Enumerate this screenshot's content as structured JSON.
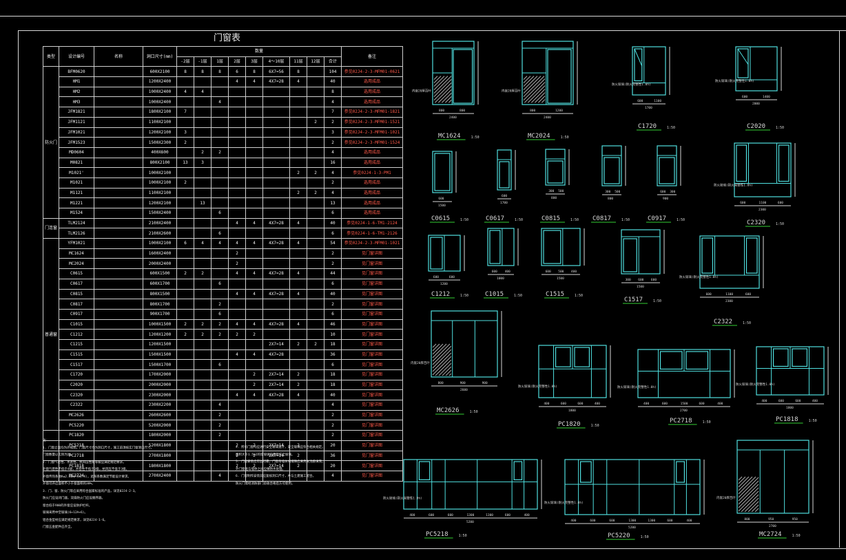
{
  "sheet_title": "门窗表",
  "table": {
    "headers_top": [
      "类型",
      "设计编号",
      "名称",
      "洞口尺寸(mm)",
      "数量",
      "备注"
    ],
    "qty_headers": [
      "-2层",
      "-1层",
      "1层",
      "2层",
      "3层",
      "4～10层",
      "11层",
      "12层",
      "合计"
    ],
    "groups": [
      {
        "name": "防火门",
        "rows": 15
      },
      {
        "name": "门连窗",
        "rows": 2
      },
      {
        "name": "普通窗",
        "rows": 19
      }
    ],
    "rows": [
      [
        "BFM0620",
        "",
        "600X2100",
        "8",
        "8",
        "8",
        "6",
        "8",
        "6X7=56",
        "8",
        "",
        "104",
        "参见02J4-2-3-MFM01-0621"
      ],
      [
        "HM1",
        "",
        "1200X2400",
        "",
        "",
        "",
        "4",
        "4",
        "4X7=28",
        "4",
        "",
        "40",
        "选用成品"
      ],
      [
        "HM2",
        "",
        "1000X2400",
        "4",
        "4",
        "",
        "",
        "",
        "",
        "",
        "",
        "8",
        "选用成品"
      ],
      [
        "HM3",
        "",
        "1000X2400",
        "",
        "",
        "4",
        "",
        "",
        "",
        "",
        "",
        "4",
        "选用成品"
      ],
      [
        "JFM1821",
        "",
        "1800X2100",
        "7",
        "",
        "",
        "",
        "",
        "",
        "",
        "",
        "7",
        "参见02J4-2-3-MFM01-1821"
      ],
      [
        "JFM1121",
        "",
        "1100X2100",
        "",
        "",
        "",
        "",
        "",
        "",
        "",
        "2",
        "2",
        "参见02J4-2-3-MFM01-1521"
      ],
      [
        "JFM1021",
        "",
        "1200X2100",
        "3",
        "",
        "",
        "",
        "",
        "",
        "",
        "",
        "3",
        "参见02J4-2-3-MFM01-1021"
      ],
      [
        "JFM1523",
        "",
        "1500X2300",
        "2",
        "",
        "",
        "",
        "",
        "",
        "",
        "",
        "2",
        "参见02J4-2-3-MFM01-1524"
      ],
      [
        "MD0604",
        "",
        "400X600",
        "",
        "2",
        "2",
        "",
        "",
        "",
        "",
        "",
        "4",
        "选用成品"
      ],
      [
        "M0821",
        "",
        "800X2100",
        "13",
        "3",
        "",
        "",
        "",
        "",
        "",
        "",
        "16",
        "选用成品"
      ],
      [
        "M1021'",
        "",
        "1000X2100",
        "",
        "",
        "",
        "",
        "",
        "",
        "2",
        "2",
        "4",
        "参见02J4-1-3-PM1"
      ],
      [
        "M1021",
        "",
        "1000X2100",
        "2",
        "",
        "",
        "",
        "",
        "",
        "",
        "",
        "2",
        "选用成品"
      ],
      [
        "M1121",
        "",
        "1100X2100",
        "",
        "",
        "",
        "",
        "",
        "",
        "2",
        "2",
        "4",
        "选用成品"
      ],
      [
        "M1221",
        "",
        "1200X2100",
        "",
        "13",
        "",
        "",
        "",
        "",
        "",
        "",
        "13",
        "选用成品"
      ],
      [
        "M1524",
        "",
        "1500X2400",
        "",
        "",
        "6",
        "",
        "",
        "",
        "",
        "",
        "6",
        "选用成品"
      ],
      [
        "TLM2124",
        "",
        "2100X2400",
        "",
        "",
        "",
        "4",
        "4",
        "4X7=28",
        "4",
        "",
        "40",
        "参见02J4-1-6-TM1-2124"
      ],
      [
        "TLM2126",
        "",
        "2100X2600",
        "",
        "",
        "6",
        "",
        "",
        "",
        "",
        "",
        "6",
        "参见02J4-1-6-TM1-2126"
      ],
      [
        "YFM1021",
        "",
        "1000X2100",
        "6",
        "4",
        "4",
        "4",
        "4",
        "4X7=28",
        "4",
        "",
        "54",
        "参见02J4-2-3-MFM01-1021"
      ],
      [
        "MC1624",
        "",
        "1600X2400",
        "",
        "",
        "",
        "2",
        "",
        "",
        "",
        "",
        "2",
        "见门窗详图"
      ],
      [
        "MC2024",
        "",
        "2000X2400",
        "",
        "",
        "",
        "2",
        "",
        "",
        "",
        "",
        "2",
        "见门窗详图"
      ],
      [
        "C0615",
        "",
        "600X1500",
        "2",
        "2",
        "",
        "4",
        "4",
        "4X7=28",
        "4",
        "",
        "44",
        "见门窗详图"
      ],
      [
        "C0617",
        "",
        "600X1700",
        "",
        "",
        "6",
        "",
        "",
        "",
        "",
        "",
        "6",
        "见门窗详图"
      ],
      [
        "C0815",
        "",
        "800X1500",
        "",
        "",
        "",
        "4",
        "4",
        "4X7=28",
        "4",
        "",
        "40",
        "见门窗详图"
      ],
      [
        "C0817",
        "",
        "800X1700",
        "",
        "",
        "2",
        "",
        "",
        "",
        "",
        "",
        "2",
        "见门窗详图"
      ],
      [
        "C0917",
        "",
        "900X1700",
        "",
        "",
        "6",
        "",
        "",
        "",
        "",
        "",
        "6",
        "见门窗详图"
      ],
      [
        "C1015",
        "",
        "1000X1500",
        "2",
        "2",
        "2",
        "4",
        "4",
        "4X7=28",
        "4",
        "",
        "46",
        "见门窗详图"
      ],
      [
        "C1212",
        "",
        "1200X1200",
        "2",
        "2",
        "2",
        "2",
        "2",
        "",
        "",
        "",
        "10",
        "见门窗详图"
      ],
      [
        "C1215",
        "",
        "1200X1500",
        "",
        "",
        "",
        "",
        "",
        "2X7=14",
        "2",
        "2",
        "18",
        "见门窗详图"
      ],
      [
        "C1515",
        "",
        "1500X1500",
        "",
        "",
        "",
        "4",
        "4",
        "4X7=28",
        "",
        "",
        "36",
        "见门窗详图"
      ],
      [
        "C1517",
        "",
        "1500X1700",
        "",
        "",
        "6",
        "",
        "",
        "",
        "",
        "",
        "6",
        "见门窗详图"
      ],
      [
        "C1720",
        "",
        "1700X2000",
        "",
        "",
        "",
        "",
        "2",
        "2X7=14",
        "2",
        "",
        "18",
        "见门窗详图"
      ],
      [
        "C2020",
        "",
        "2000X2000",
        "",
        "",
        "",
        "",
        "2",
        "2X7=14",
        "2",
        "",
        "18",
        "见门窗详图"
      ],
      [
        "C2320",
        "",
        "2300X2000",
        "",
        "",
        "",
        "4",
        "4",
        "4X7=28",
        "4",
        "",
        "40",
        "见门窗详图"
      ],
      [
        "C2322",
        "",
        "2300X2200",
        "",
        "",
        "4",
        "",
        "",
        "",
        "",
        "",
        "4",
        "见门窗详图"
      ],
      [
        "MC2626",
        "",
        "2600X2600",
        "",
        "",
        "2",
        "",
        "",
        "",
        "",
        "",
        "2",
        "见门窗详图"
      ],
      [
        "PC5220",
        "",
        "5200X2000",
        "",
        "",
        "2",
        "",
        "",
        "",
        "",
        "",
        "2",
        "见门窗详图"
      ],
      [
        "PC1820",
        "",
        "1800X2000",
        "",
        "",
        "2",
        "",
        "",
        "",
        "",
        "",
        "2",
        "见门窗详图"
      ],
      [
        "PC5218",
        "",
        "5200X1800",
        "",
        "",
        "",
        "2",
        "2",
        "2X7=14",
        "2",
        "",
        "20",
        "见门窗详图"
      ],
      [
        "PC2718",
        "",
        "2700X1800",
        "",
        "",
        "",
        "2",
        "2",
        "2X7=14",
        "2",
        "",
        "36",
        "见门窗详图"
      ],
      [
        "PC1818",
        "",
        "1800X1800",
        "",
        "",
        "",
        "2",
        "2",
        "2X7=14",
        "2",
        "",
        "20",
        "见门窗详图"
      ],
      [
        "MC2724",
        "",
        "2700X2400",
        "",
        "",
        "4",
        "",
        "",
        "",
        "",
        "",
        "4",
        "见门窗详图"
      ]
    ]
  },
  "notes_label": "注:",
  "notes_left": [
    "1. 门窗立面均为外视图，门窗尺寸均为洞口尺寸，施工前须核实门窗洞口尺寸。",
    "   门窗数量以实际为准。",
    "2. 门窗气密性、水密性、抗风压性能等级应满足规范要求。",
    "   外窗气密性不低于4级，水密性不低于3级，抗风压不低于3级。",
    "   外窗传热系数K≤2.80W/(m2.K)，遮阳系数满足节能设计要求。",
    "   外窗可开启面积不小于窗面积的30%。",
    "3. 门、窗、防火门等应采用符合国家标准的产品，详见02J4-2-3。",
    "   防火门应设闭门器，双扇防火门应设顺序器。",
    "   窗台低于900的外窗应设防护栏杆。",
    "   玻璃采用中空玻璃(6+12A+6)。",
    "   铝合金型材应满足规范要求，详见02J4-1-6。",
    "   门窗五金配件应齐全。"
  ],
  "notes_right": [
    "4. 所有门窗均应进行安全玻璃设计，安全玻璃应符合相关规定。",
    "   面积大于1.5m2的窗玻璃应使用安全玻璃。",
    "5. 门窗安装应牢固可靠，门窗与墙体间缝隙应采用发泡胶填充。",
    "   外门窗框与墙体之间应做防水处理。",
    "6. 门窗制作安装前应复核洞口尺寸，并与土建施工配合。",
    "   防火门需经消防部门验收合格后方可使用。"
  ],
  "elevations": [
    {
      "code": "MC1624",
      "scale": "1:50",
      "dims": [
        "800",
        "800",
        "2400"
      ],
      "note": "内嵌20厚百叶"
    },
    {
      "code": "MC2024",
      "scale": "1:50",
      "dims": [
        "800",
        "1200",
        "2400"
      ],
      "note": "内嵌20厚百叶"
    },
    {
      "code": "C1720",
      "scale": "1:50",
      "dims": [
        "600",
        "1100",
        "1700"
      ],
      "note": "防火玻璃(耐火完整性1.0h)"
    },
    {
      "code": "C2020",
      "scale": "1:50",
      "dims": [
        "600",
        "1400",
        "2000"
      ],
      "note": "防火玻璃(耐火完整性1.0h)"
    },
    {
      "code": "C0615",
      "scale": "1:50",
      "dims": [
        "600",
        "1500"
      ]
    },
    {
      "code": "C0617",
      "scale": "1:50",
      "dims": [
        "600",
        "1700"
      ]
    },
    {
      "code": "C0815",
      "scale": "1:50",
      "dims": [
        "300",
        "500",
        "800"
      ]
    },
    {
      "code": "C0817",
      "scale": "1:50",
      "dims": [
        "300",
        "500",
        "800"
      ]
    },
    {
      "code": "C0917",
      "scale": "1:50",
      "dims": [
        "600",
        "300",
        "900"
      ]
    },
    {
      "code": "C2320",
      "scale": "1:50",
      "dims": [
        "600",
        "1100",
        "600",
        "2300"
      ],
      "note": "防火玻璃(耐火完整性1.0h)"
    },
    {
      "code": "C1212",
      "scale": "1:50",
      "dims": [
        "600",
        "600",
        "1200"
      ]
    },
    {
      "code": "C1015",
      "scale": "1:50",
      "dims": [
        "600",
        "400",
        "1000"
      ]
    },
    {
      "code": "C1515",
      "scale": "1:50",
      "dims": [
        "600",
        "500",
        "400",
        "1500"
      ]
    },
    {
      "code": "C1517",
      "scale": "1:50",
      "dims": [
        "300",
        "600",
        "600",
        "1500"
      ]
    },
    {
      "code": "C2322",
      "scale": "1:50",
      "dims": [
        "600",
        "1100",
        "600",
        "2300"
      ],
      "note": "防火玻璃(耐火完整性1.0h)"
    },
    {
      "code": "MC2626",
      "scale": "1:50",
      "dims": [
        "800",
        "900",
        "900",
        "2600"
      ],
      "note": "内嵌20厚百叶"
    },
    {
      "code": "PC1820",
      "scale": "1:50",
      "dims": [
        "400",
        "600",
        "600",
        "400",
        "1800"
      ],
      "note": "防火玻璃(耐火完整性1.0h)"
    },
    {
      "code": "PC2718",
      "scale": "1:50",
      "dims": [
        "400",
        "600",
        "1500",
        "600",
        "400",
        "2700"
      ],
      "note": "防火玻璃(耐火完整性1.0h)"
    },
    {
      "code": "PC1818",
      "scale": "1:50",
      "dims": [
        "400",
        "600",
        "600",
        "400",
        "1800"
      ],
      "note": "防火玻璃(耐火完整性1.0h)"
    },
    {
      "code": "PC5218",
      "scale": "1:50",
      "dims": [
        "400",
        "600",
        "600",
        "1300",
        "1300",
        "600",
        "400",
        "5200"
      ],
      "note": "防火玻璃(耐火完整性1.0h)"
    },
    {
      "code": "PC5220",
      "scale": "1:50",
      "dims": [
        "400",
        "600",
        "600",
        "1300",
        "1300",
        "600",
        "400",
        "5200"
      ],
      "note": "防火玻璃(耐火完整性1.0h)"
    },
    {
      "code": "MC2724",
      "scale": "1:50",
      "dims": [
        "800",
        "950",
        "950",
        "2700"
      ],
      "note": "内嵌20厚百叶"
    }
  ],
  "colors": {
    "frame": "#4fe0e0",
    "underline": "#35d135",
    "text": "#d8d8d8",
    "red": "#ff5a4a"
  }
}
